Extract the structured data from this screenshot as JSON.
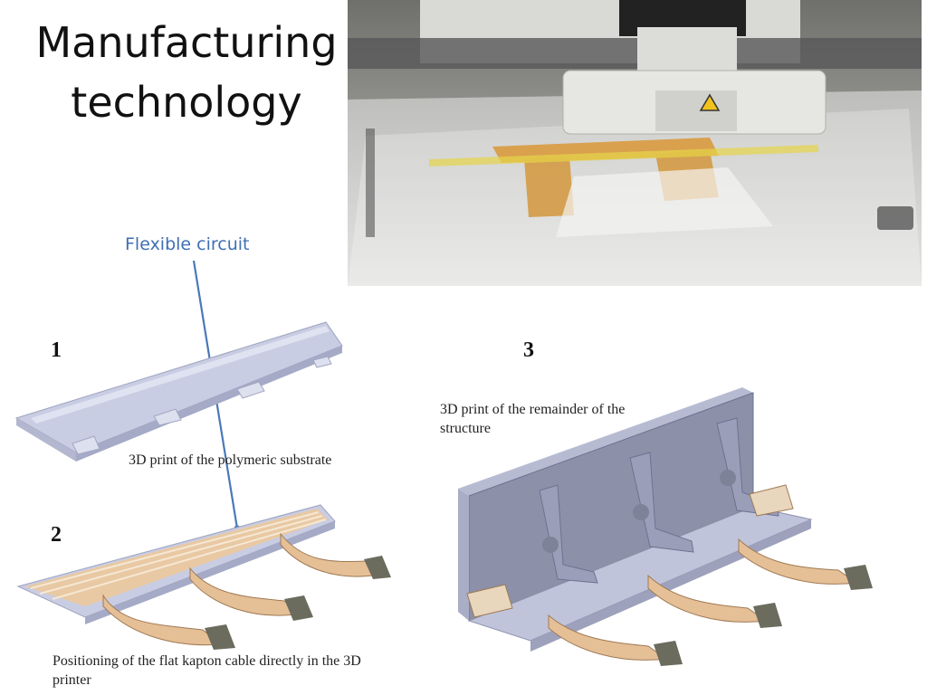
{
  "title": "Manufacturing\ntechnology",
  "callout": "Flexible circuit",
  "steps": [
    {
      "number": "1",
      "caption": "3D print of the polymeric substrate"
    },
    {
      "number": "2",
      "caption": "Positioning of the flat kapton cable directly in the 3D printer"
    },
    {
      "number": "3",
      "caption": "3D print of the remainder of the structure"
    }
  ],
  "photo": {
    "hazard_icon": "warning-triangle-icon"
  },
  "colors": {
    "callout": "#3f6fb3",
    "substrate": "#c9cde3",
    "kapton": "#e5bf96",
    "structure": "#8c90a8"
  }
}
